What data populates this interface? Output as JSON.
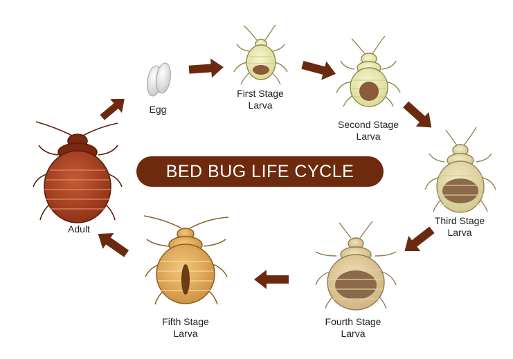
{
  "title": "BED BUG LIFE CYCLE",
  "colors": {
    "title_bg": "#6e2a0c",
    "arrow": "#6b2a0f",
    "adult_body": "#a8401f",
    "egg": "#e4e4e4"
  },
  "stages": [
    {
      "id": "egg",
      "lines": [
        "Egg"
      ]
    },
    {
      "id": "first",
      "lines": [
        "First Stage",
        "Larva"
      ]
    },
    {
      "id": "second",
      "lines": [
        "Second Stage",
        "Larva"
      ]
    },
    {
      "id": "third",
      "lines": [
        "Third Stage",
        "Larva"
      ]
    },
    {
      "id": "fourth",
      "lines": [
        "Fourth Stage",
        "Larva"
      ]
    },
    {
      "id": "fifth",
      "lines": [
        "Fifth Stage",
        "Larva"
      ]
    },
    {
      "id": "adult",
      "lines": [
        "Adult"
      ]
    }
  ]
}
